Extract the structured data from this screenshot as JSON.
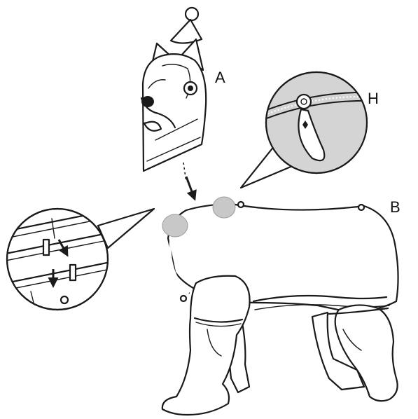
{
  "labels": {
    "head_mask": "A",
    "body_suit": "B",
    "detail_ring": "H"
  },
  "colors": {
    "ink": "#1a1a1a",
    "highlight": "#c8c8c8",
    "paper": "#ffffff"
  }
}
